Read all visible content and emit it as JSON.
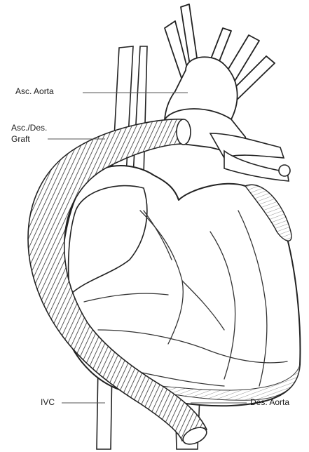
{
  "labels": {
    "asc_aorta": "Asc. Aorta",
    "graft_line1": "Asc./Des.",
    "graft_line2": "Graft",
    "ivc": "IVC",
    "des_aorta": "Des. Aorta"
  },
  "colors": {
    "stroke": "#222222",
    "leader": "#555555",
    "fill": "#ffffff",
    "shade": "#dcdcdc"
  }
}
